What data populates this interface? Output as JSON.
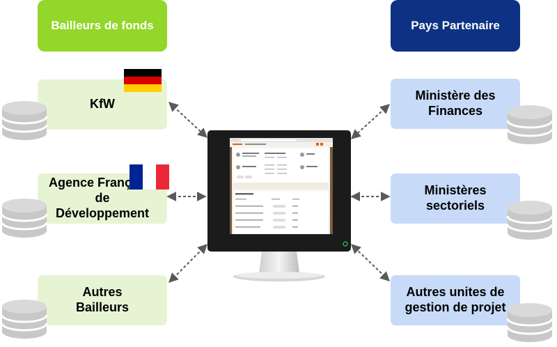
{
  "headers": {
    "donors": "Bailleurs de fonds",
    "partner": "Pays Partenaire"
  },
  "donors": [
    {
      "label": "KfW",
      "flag": "germany-flag"
    },
    {
      "label": "Agence Française de Développement",
      "flag": "france-flag"
    },
    {
      "label": "Autres Bailleurs",
      "flag": ""
    }
  ],
  "partners": [
    {
      "label": "Ministère des Finances"
    },
    {
      "label": "Ministères sectoriels"
    },
    {
      "label": "Autres unites de gestion de projet"
    }
  ],
  "colors": {
    "donor_header": "#92d72a",
    "partner_header": "#0e3283",
    "donor_box": "#e6f4d3",
    "partner_box": "#c7dbf8",
    "arrow": "#5a5a5a",
    "database": "#c8c8c8"
  },
  "icons": {
    "database": "database-icon",
    "monitor": "computer-monitor-icon"
  }
}
